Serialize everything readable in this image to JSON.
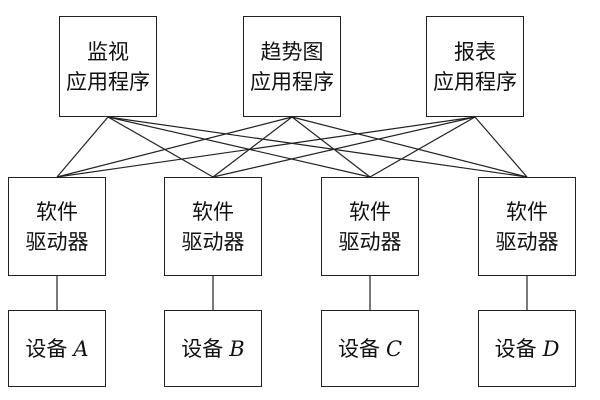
{
  "applications": [
    {
      "line1": "监视",
      "line2": "应用程序"
    },
    {
      "line1": "趋势图",
      "line2": "应用程序"
    },
    {
      "line1": "报表",
      "line2": "应用程序"
    }
  ],
  "drivers": [
    {
      "line1": "软件",
      "line2": "驱动器"
    },
    {
      "line1": "软件",
      "line2": "驱动器"
    },
    {
      "line1": "软件",
      "line2": "驱动器"
    },
    {
      "line1": "软件",
      "line2": "驱动器"
    }
  ],
  "devices": [
    {
      "prefix": "设备",
      "letter": "A"
    },
    {
      "prefix": "设备",
      "letter": "B"
    },
    {
      "prefix": "设备",
      "letter": "C"
    },
    {
      "prefix": "设备",
      "letter": "D"
    }
  ]
}
